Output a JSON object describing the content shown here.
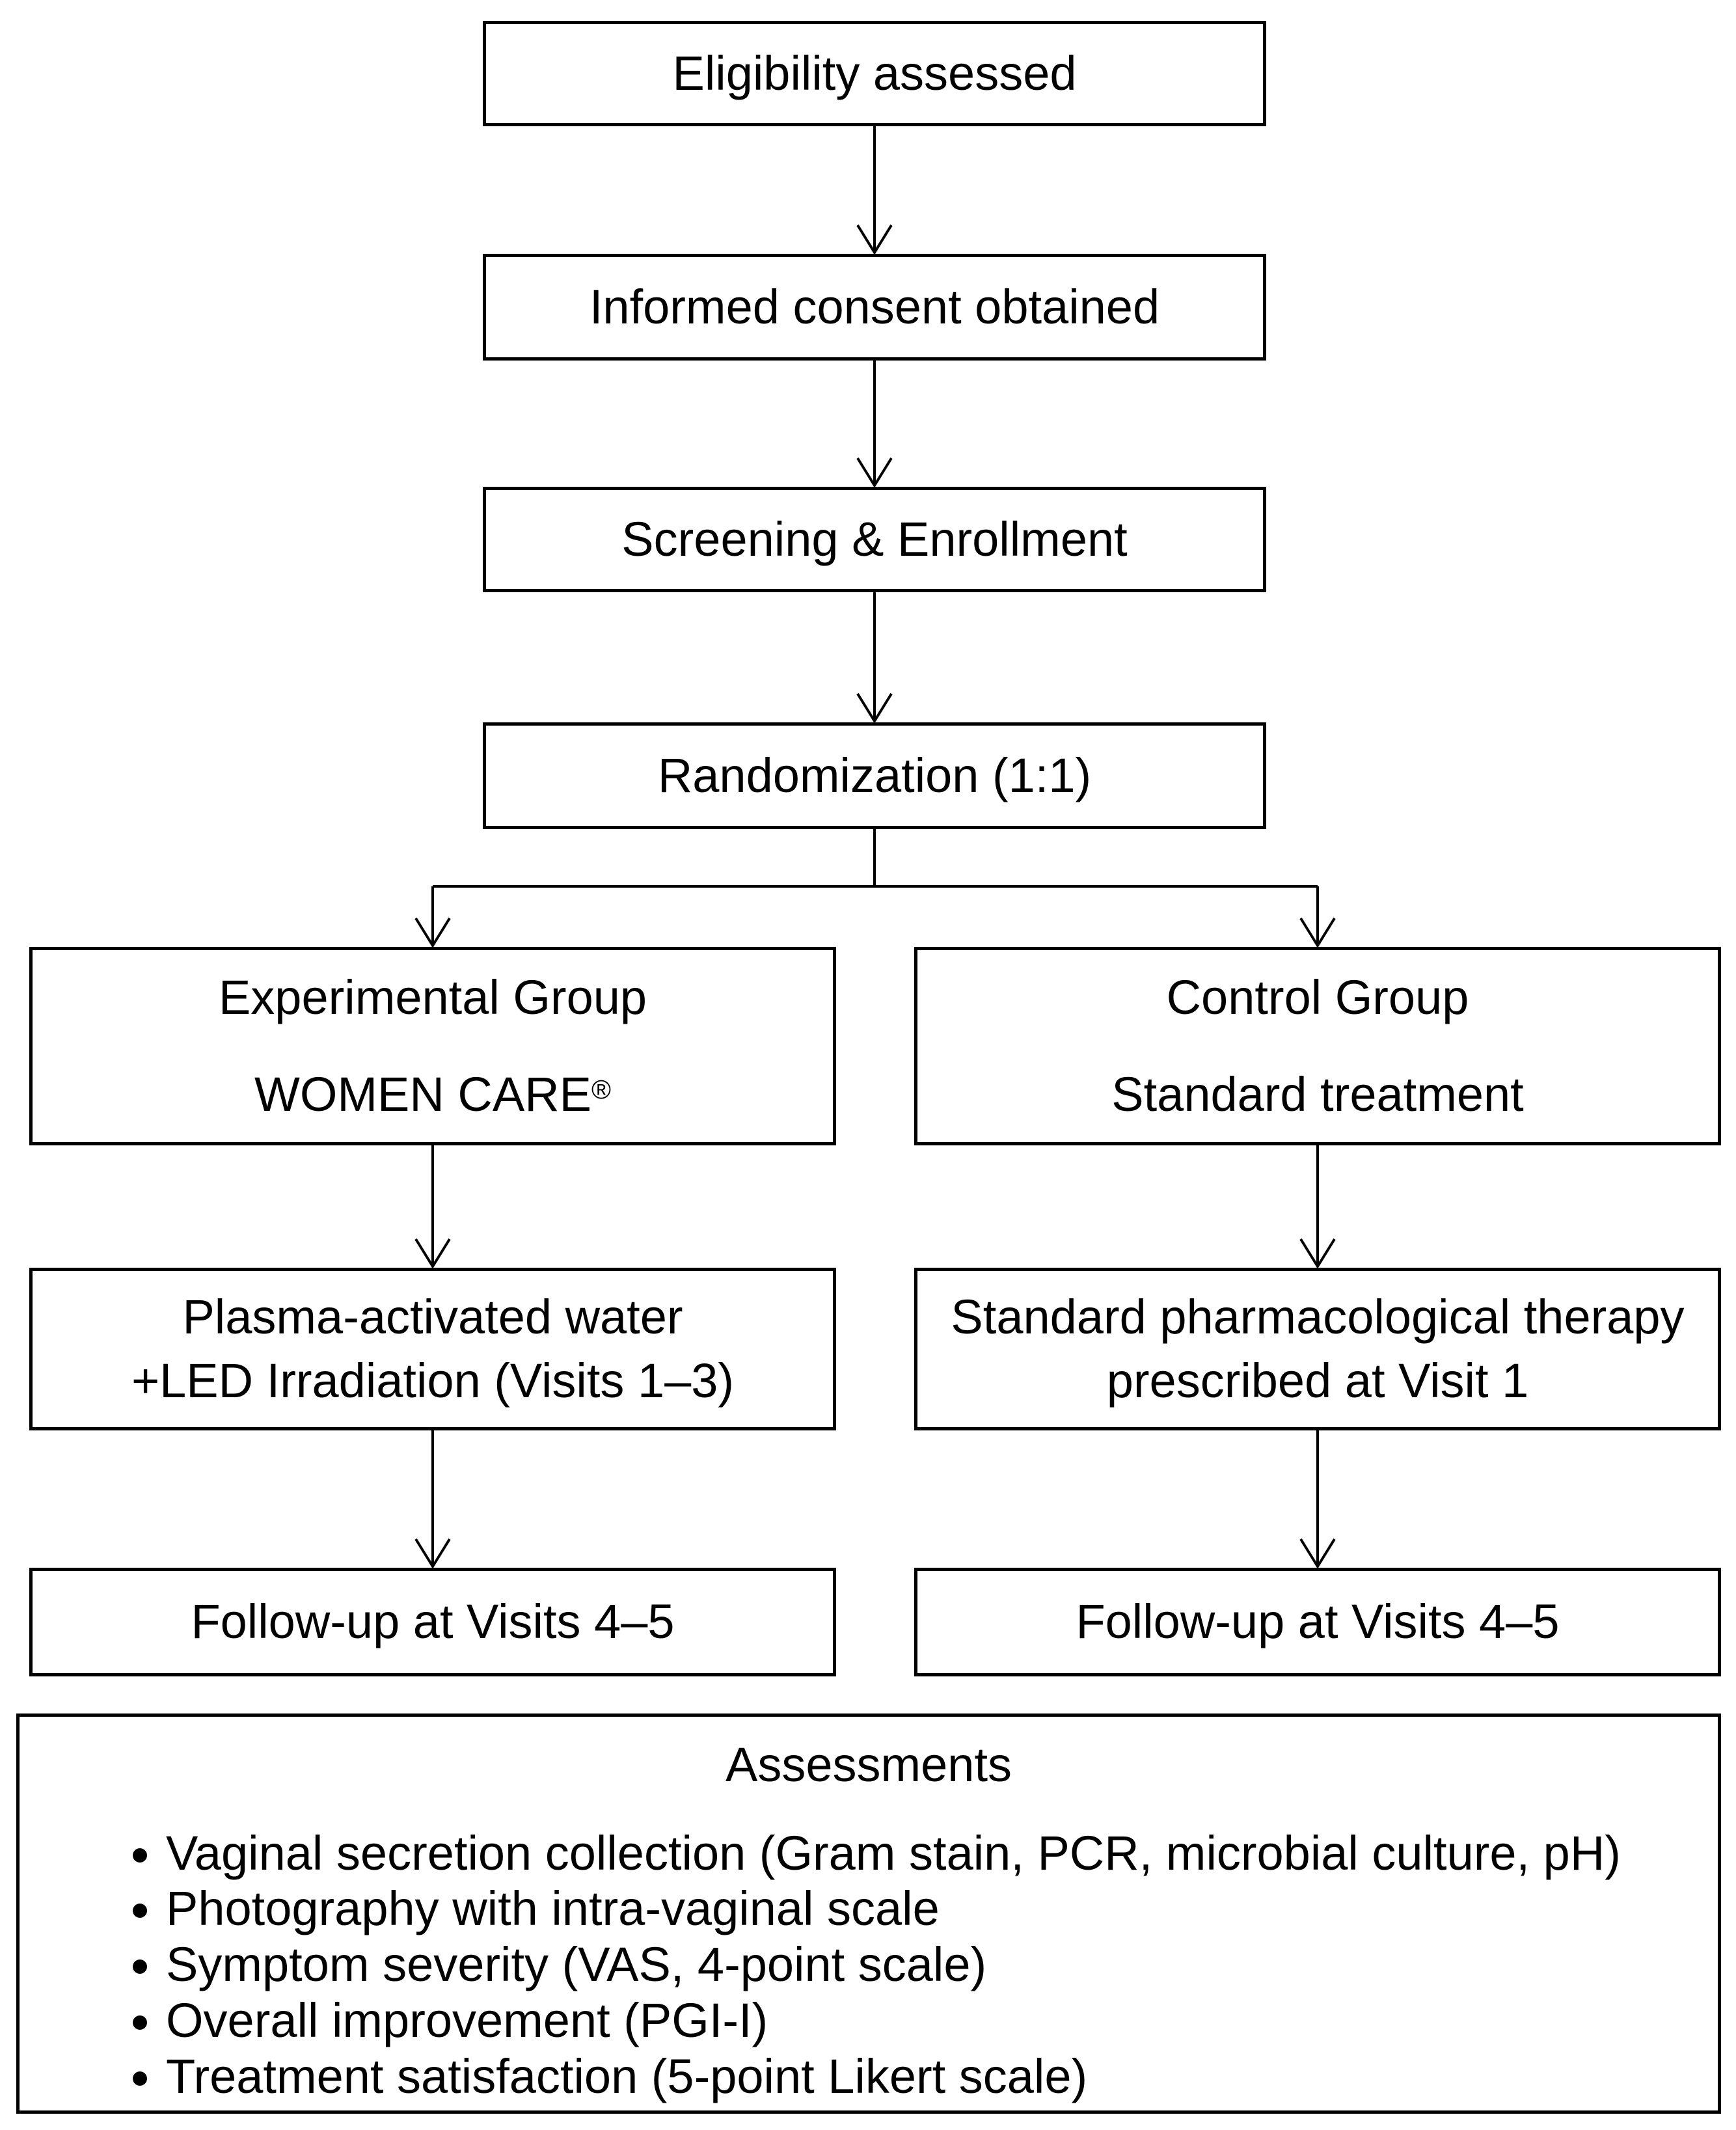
{
  "flowchart": {
    "steps": {
      "eligibility": "Eligibility assessed",
      "consent": "Informed consent obtained",
      "screening": "Screening & Enrollment",
      "randomization": "Randomization (1:1)"
    },
    "experimental": {
      "group_line1": "Experimental Group",
      "group_line2": "WOMEN CARE",
      "registered_mark": "®",
      "treatment_line1": "Plasma-activated water",
      "treatment_line2": "+LED Irradiation (Visits 1–3)",
      "followup": "Follow-up at Visits 4–5"
    },
    "control": {
      "group_line1": "Control Group",
      "group_line2": "Standard treatment",
      "treatment_line1": "Standard pharmacological therapy",
      "treatment_line2": "prescribed at Visit 1",
      "followup": "Follow-up at Visits 4–5"
    },
    "assessments": {
      "title": "Assessments",
      "items": [
        "Vaginal secretion collection (Gram stain, PCR, microbial culture, pH)",
        "Photography with intra-vaginal scale",
        "Symptom severity (VAS, 4-point scale)",
        "Overall improvement (PGI-I)",
        "Treatment satisfaction (5-point Likert scale)"
      ]
    }
  }
}
